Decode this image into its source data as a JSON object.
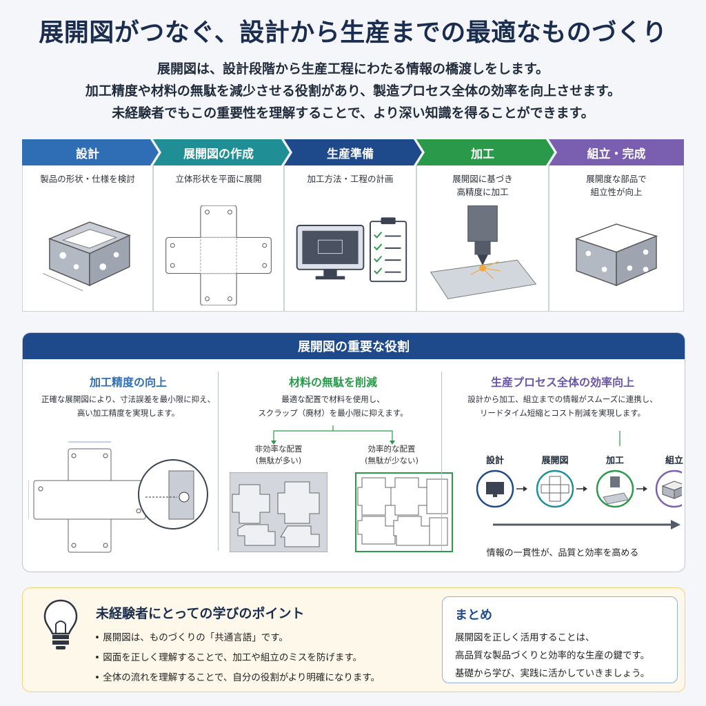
{
  "title": "展開図がつなぐ、設計から生産までの最適なものづくり",
  "intro": [
    "展開図は、設計段階から生産工程にわたる情報の橋渡しをします。",
    "加工精度や材料の無駄を減少させる役割があり、製造プロセス全体の効率を向上させます。",
    "未経験者でもこの重要性を理解することで、より深い知識を得ることができます。"
  ],
  "steps": [
    {
      "label": "設計",
      "desc": [
        "製品の形状・仕様を検討"
      ],
      "color": "#2f6db5",
      "icon": "isometric-box"
    },
    {
      "label": "展開図の作成",
      "desc": [
        "立体形状を平面に展開"
      ],
      "color": "#1f8f95",
      "icon": "flat-pattern"
    },
    {
      "label": "生産準備",
      "desc": [
        "加工方法・工程の計画"
      ],
      "color": "#1e4a8c",
      "icon": "monitor-checklist"
    },
    {
      "label": "加工",
      "desc": [
        "展開図に基づき",
        "高精度に加工"
      ],
      "color": "#2a9a4a",
      "icon": "laser-cutter"
    },
    {
      "label": "組立・完成",
      "desc": [
        "展開度な部品で",
        "組立性が向上"
      ],
      "color": "#7a5fb0",
      "icon": "assembled-box"
    }
  ],
  "roles": {
    "heading": "展開図の重要な役割",
    "items": [
      {
        "title": "加工精度の向上",
        "color": "#2f6db5",
        "desc": [
          "正確な展開図により、寸法誤差を最小限に抑え、",
          "高い加工精度を実現します。"
        ]
      },
      {
        "title": "材料の無駄を削減",
        "color": "#2a9a4a",
        "desc": [
          "最適な配置で材料を使用し、",
          "スクラップ（廃材）を最小限に抑えます。"
        ],
        "compare": [
          {
            "label": "非効率な配置",
            "sub": "(無駄が多い)"
          },
          {
            "label": "効率的な配置",
            "sub": "(無駄が少ない)"
          }
        ]
      },
      {
        "title": "生産プロセス全体の効率向上",
        "color": "#6b55a8",
        "desc": [
          "設計から加工、組立までの情報がスムーズに連携し、",
          "リードタイム短縮とコスト削減を実現します。"
        ],
        "flow": [
          "設計",
          "展開図",
          "加工",
          "組立"
        ],
        "flow_colors": [
          "#1e4a8c",
          "#1f8f95",
          "#2a9a4a",
          "#7a5fb0"
        ],
        "footer": "情報の一貫性が、品質と効率を高める"
      }
    ]
  },
  "learning": {
    "title": "未経験者にとっての学びのポイント",
    "points": [
      "展開図は、ものづくりの「共通言語」です。",
      "図面を正しく理解することで、加工や組立のミスを防げます。",
      "全体の流れを理解することで、自分の役割がより明確になります。"
    ]
  },
  "summary": {
    "title": "まとめ",
    "lines": [
      "展開図を正しく活用することは、",
      "高品質な製品づくりと効率的な生産の鍵です。",
      "基礎から学び、実践に活かしていきましょう。"
    ]
  }
}
